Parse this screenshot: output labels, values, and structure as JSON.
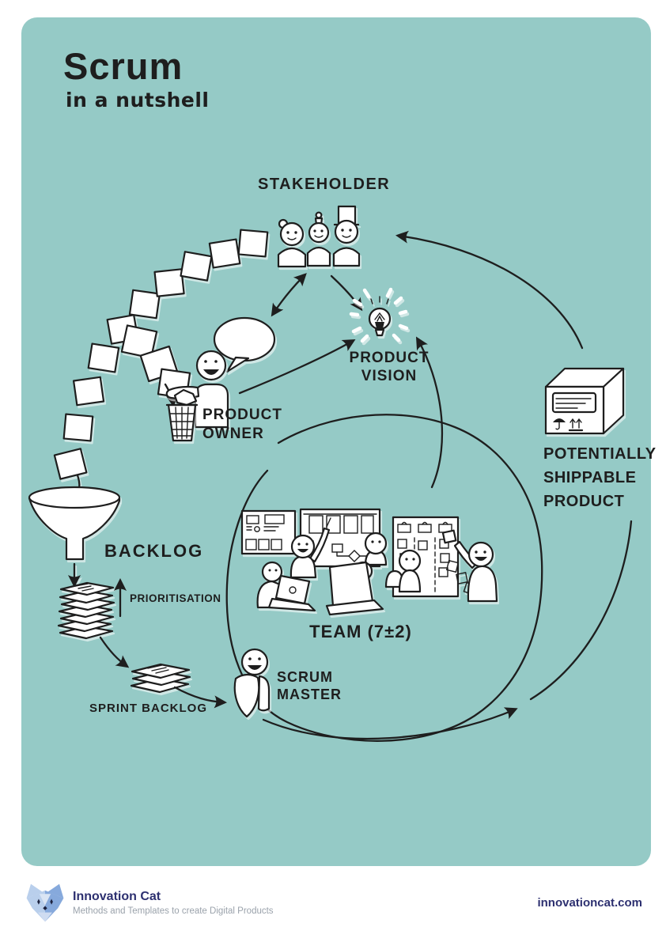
{
  "title": {
    "main": "Scrum",
    "subtitle": "in a nutshell"
  },
  "diagram": {
    "labels": {
      "stakeholder": "STAKEHOLDER",
      "product_vision": "PRODUCT\nVISION",
      "product_owner": "PRODUCT\nOWNER",
      "backlog": "BACKLOG",
      "prioritisation": "PRIORITISATION",
      "sprint_backlog": "SPRINT BACKLOG",
      "scrum_master": "SCRUM\nMASTER",
      "team": "TEAM (7±2)",
      "potentially_shippable_product": "POTENTIALLY\nSHIPPABLE\nPRODUCT"
    },
    "icons": [
      "stakeholder-figures",
      "speech-bubble-icon",
      "product-owner-figure",
      "trash-can-icon",
      "sticky-note",
      "funnel-icon",
      "light-bulb-icon",
      "backlog-stack-icon",
      "sprint-backlog-stack-icon",
      "shield-icon",
      "scrum-master-figure",
      "team-scene",
      "kanban-board-icon",
      "laptop-icon",
      "shipping-box-icon",
      "umbrella-icon",
      "this-side-up-icon",
      "cat-logo"
    ],
    "colors": {
      "canvas_teal": "#95cac6",
      "ink": "#1e1e1e",
      "shape_white": "#ffffff"
    }
  },
  "footer": {
    "brand": "Innovation Cat",
    "tagline": "Methods and Templates to create Digital Products",
    "website": "innovationcat.com",
    "brand_color": "#2d3070",
    "tagline_color": "#9aa2ab",
    "logo_colors": [
      "#b9cfec",
      "#86a9dc",
      "#dae5f4",
      "#1d2340"
    ]
  }
}
